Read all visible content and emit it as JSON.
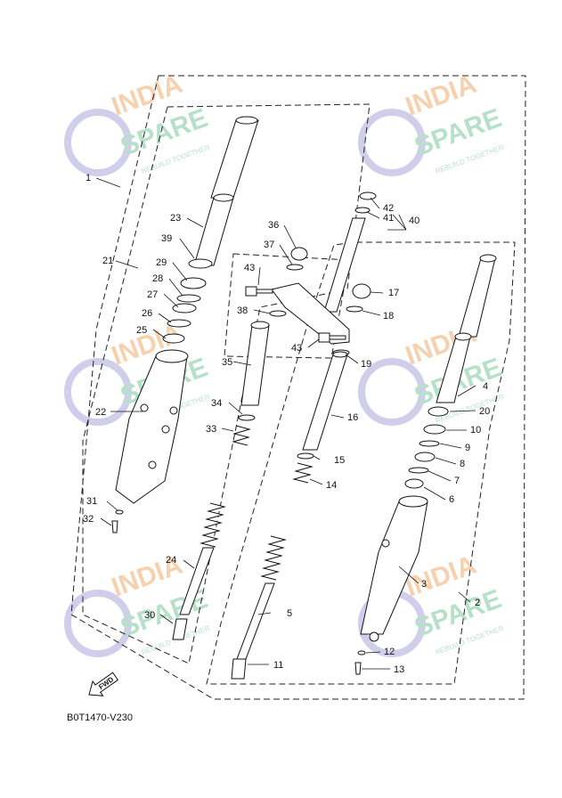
{
  "diagram": {
    "drawing_code": "B0T1470-V230",
    "fwd_label": "FWD",
    "callouts": [
      {
        "id": "c1",
        "label": "1"
      },
      {
        "id": "c2",
        "label": "2"
      },
      {
        "id": "c3",
        "label": "3"
      },
      {
        "id": "c4",
        "label": "4"
      },
      {
        "id": "c5",
        "label": "5"
      },
      {
        "id": "c6",
        "label": "6"
      },
      {
        "id": "c7",
        "label": "7"
      },
      {
        "id": "c8",
        "label": "8"
      },
      {
        "id": "c9",
        "label": "9"
      },
      {
        "id": "c10",
        "label": "10"
      },
      {
        "id": "c11",
        "label": "11"
      },
      {
        "id": "c12",
        "label": "12"
      },
      {
        "id": "c13",
        "label": "13"
      },
      {
        "id": "c14",
        "label": "14"
      },
      {
        "id": "c15",
        "label": "15"
      },
      {
        "id": "c16",
        "label": "16"
      },
      {
        "id": "c17",
        "label": "17"
      },
      {
        "id": "c18",
        "label": "18"
      },
      {
        "id": "c19",
        "label": "19"
      },
      {
        "id": "c20",
        "label": "20"
      },
      {
        "id": "c21",
        "label": "21"
      },
      {
        "id": "c22",
        "label": "22"
      },
      {
        "id": "c23",
        "label": "23"
      },
      {
        "id": "c24",
        "label": "24"
      },
      {
        "id": "c25",
        "label": "25"
      },
      {
        "id": "c26",
        "label": "26"
      },
      {
        "id": "c27",
        "label": "27"
      },
      {
        "id": "c28",
        "label": "28"
      },
      {
        "id": "c29",
        "label": "29"
      },
      {
        "id": "c30",
        "label": "30"
      },
      {
        "id": "c31",
        "label": "31"
      },
      {
        "id": "c32",
        "label": "32"
      },
      {
        "id": "c33",
        "label": "33"
      },
      {
        "id": "c34",
        "label": "34"
      },
      {
        "id": "c35",
        "label": "35"
      },
      {
        "id": "c36",
        "label": "36"
      },
      {
        "id": "c37",
        "label": "37"
      },
      {
        "id": "c38",
        "label": "38"
      },
      {
        "id": "c39",
        "label": "39"
      },
      {
        "id": "c40",
        "label": "40"
      },
      {
        "id": "c41",
        "label": "41"
      },
      {
        "id": "c42",
        "label": "42"
      },
      {
        "id": "c43a",
        "label": "43"
      },
      {
        "id": "c43b",
        "label": "43"
      }
    ]
  },
  "watermark": {
    "line1": "INDIA",
    "line2": "SPARE",
    "tagline": "REBUILD TOGETHER",
    "colors": {
      "orange": "#f6c9a0",
      "green": "#a9dcbf",
      "purple": "#c9c6e8"
    }
  }
}
